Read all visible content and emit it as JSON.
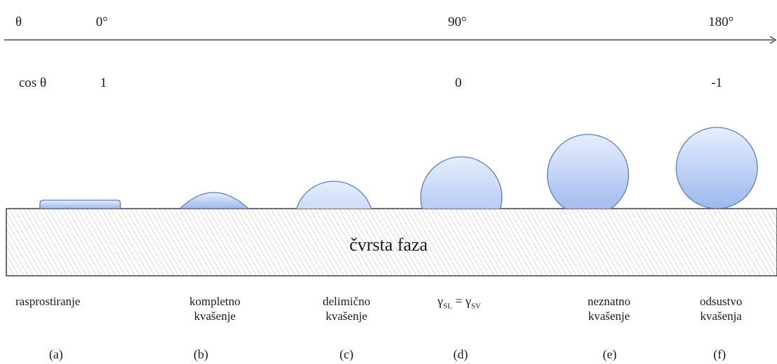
{
  "theta_row": {
    "symbol": "θ",
    "values": [
      "0°",
      "90°",
      "180°"
    ]
  },
  "cos_row": {
    "symbol": "cos θ",
    "values": [
      "1",
      "0",
      "-1"
    ]
  },
  "solid_label": "čvrsta faza",
  "cases": [
    {
      "caption": [
        "rasprostiranje"
      ],
      "letter": "(a)"
    },
    {
      "caption": [
        "kompletno",
        "kvašenje"
      ],
      "letter": "(b)"
    },
    {
      "caption": [
        "delimično",
        "kvašenje"
      ],
      "letter": "(c)"
    },
    {
      "caption_parts": {
        "g1": "γ",
        "s1": "SL",
        "eq": " = ",
        "g2": "γ",
        "s2": "SV"
      },
      "letter": "(d)"
    },
    {
      "caption": [
        "neznatno",
        "kvašenje"
      ],
      "letter": "(e)"
    },
    {
      "caption": [
        "odsustvo",
        "kvašenja"
      ],
      "letter": "(f)"
    }
  ],
  "colors": {
    "drop_top": "#e6eefc",
    "drop_bottom": "#9db8ee",
    "drop_stroke": "#5a7fb8",
    "hatch": "#b0b0b0"
  }
}
